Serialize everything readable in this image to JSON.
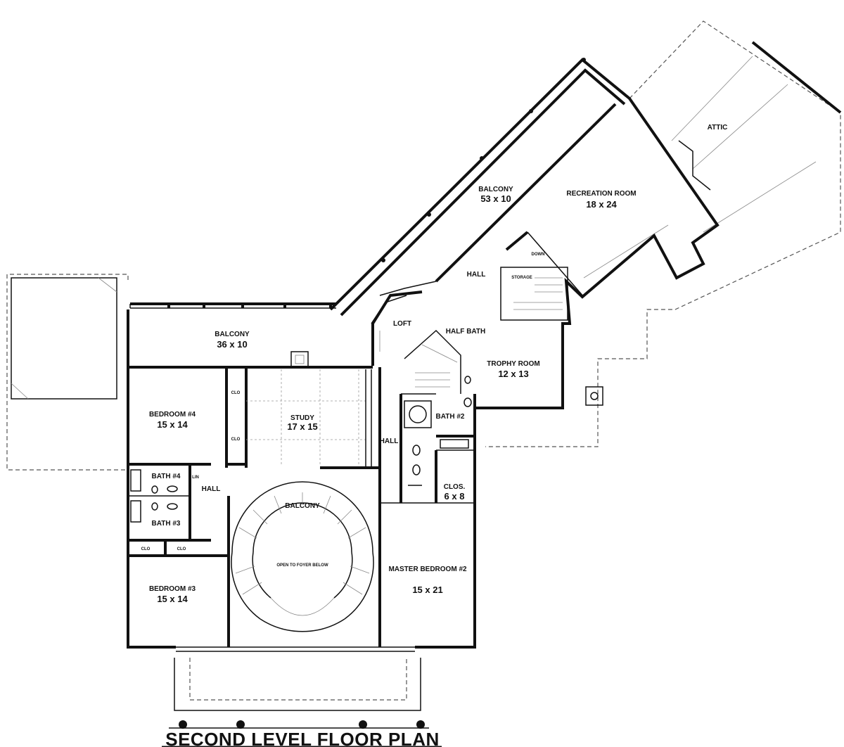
{
  "title": "SECOND LEVEL FLOOR PLAN",
  "rooms": {
    "attic": {
      "name": "ATTIC"
    },
    "balcony_upper": {
      "name": "BALCONY",
      "size": "53 x 10"
    },
    "recreation": {
      "name": "RECREATION ROOM",
      "size": "18 x 24"
    },
    "balcony_left": {
      "name": "BALCONY",
      "size": "36 x 10"
    },
    "loft": {
      "name": "LOFT"
    },
    "hall_upper": {
      "name": "HALL"
    },
    "half_bath": {
      "name": "HALF BATH"
    },
    "trophy": {
      "name": "TROPHY ROOM",
      "size": "12 x 13"
    },
    "bedroom4": {
      "name": "BEDROOM #4",
      "size": "15 x 14"
    },
    "study": {
      "name": "STUDY",
      "size": "17 x 15"
    },
    "hall_mid": {
      "name": "HALL"
    },
    "bath2": {
      "name": "BATH #2"
    },
    "closet": {
      "name": "CLOS.",
      "size": "6 x 8"
    },
    "bath4": {
      "name": "BATH #4"
    },
    "hall_left": {
      "name": "HALL"
    },
    "bath3": {
      "name": "BATH #3"
    },
    "balcony_center": {
      "name": "BALCONY"
    },
    "open_foyer": {
      "name": "OPEN TO FOYER BELOW"
    },
    "master": {
      "name": "MASTER BEDROOM #2",
      "size": "15 x 21"
    },
    "bedroom3": {
      "name": "BEDROOM #3",
      "size": "15 x 14"
    }
  },
  "closets": {
    "clo": "CLO",
    "down": "DOWN",
    "storage": "STORAGE",
    "linen": "LIN"
  }
}
